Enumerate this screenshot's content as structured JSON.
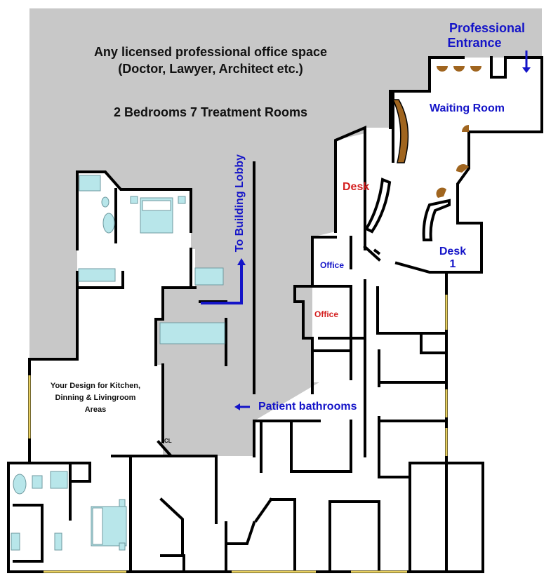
{
  "header": {
    "line1": "Any licensed professional office space",
    "line2": "(Doctor, Lawyer, Architect etc.)",
    "rooms_summary": "2 Bedrooms 7 Treatment Rooms"
  },
  "labels": {
    "entrance_line1": "Professional",
    "entrance_line2": "Entrance",
    "waiting_room": "Waiting Room",
    "desk": "Desk",
    "desk1_line1": "Desk",
    "desk1_line2": "1",
    "office_top": "Office",
    "office_lower": "Office",
    "to_lobby": "To Building Lobby",
    "patient_bathrooms": "Patient bathrooms",
    "kitchen_line1": "Your Design for Kitchen,",
    "kitchen_line2": "Dinning & Livingroom",
    "kitchen_line3": "Areas",
    "closet": "CL"
  },
  "colors": {
    "common_area": "#c8c8c8",
    "wall": "#000000",
    "arrow_blue": "#1414c8",
    "label_red": "#d42020",
    "furniture_brown": "#a0651f",
    "fixture_teal": "#b8e6ea",
    "window_yellow": "#e8d060"
  }
}
